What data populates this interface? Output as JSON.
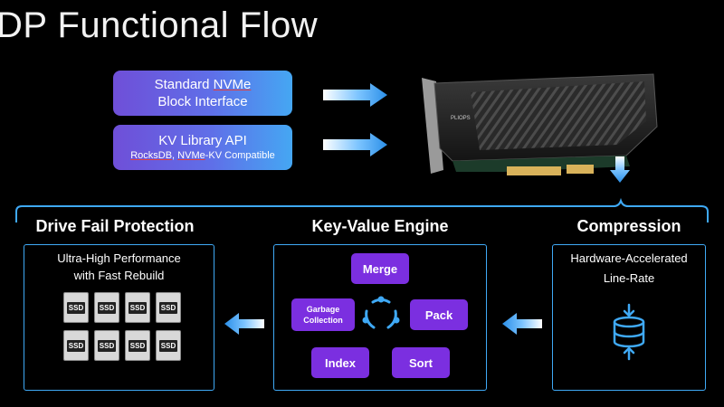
{
  "slide": {
    "title": "DP Functional Flow"
  },
  "inputs": [
    {
      "line1": "Standard ",
      "line1_underlined": "NVMe",
      "line2": "Block Interface"
    },
    {
      "line1": "KV Library API",
      "sub_a": "RocksDB",
      "sub_b": ", ",
      "sub_c": "NVMe",
      "sub_d": "-KV Compatible"
    }
  ],
  "card": {
    "brand": "PLIOPS"
  },
  "sections": {
    "drive_fail": {
      "title": "Drive Fail Protection",
      "line1": "Ultra-High Performance",
      "line2": "with Fast Rebuild",
      "ssd_label": "SSD"
    },
    "kv_engine": {
      "title": "Key-Value Engine",
      "ops": {
        "merge": "Merge",
        "garbage_1": "Garbage",
        "garbage_2": "Collection",
        "pack": "Pack",
        "index": "Index",
        "sort": "Sort"
      }
    },
    "compression": {
      "title": "Compression",
      "line1": "Hardware-Accelerated",
      "line2": "Line-Rate"
    }
  },
  "colors": {
    "panel_border": "#3fa9f5",
    "arrow": "#3b9cf0",
    "kv_pill": "#7b2fe0",
    "input_grad_start": "#6f4fd8",
    "input_grad_end": "#45a7f3"
  }
}
